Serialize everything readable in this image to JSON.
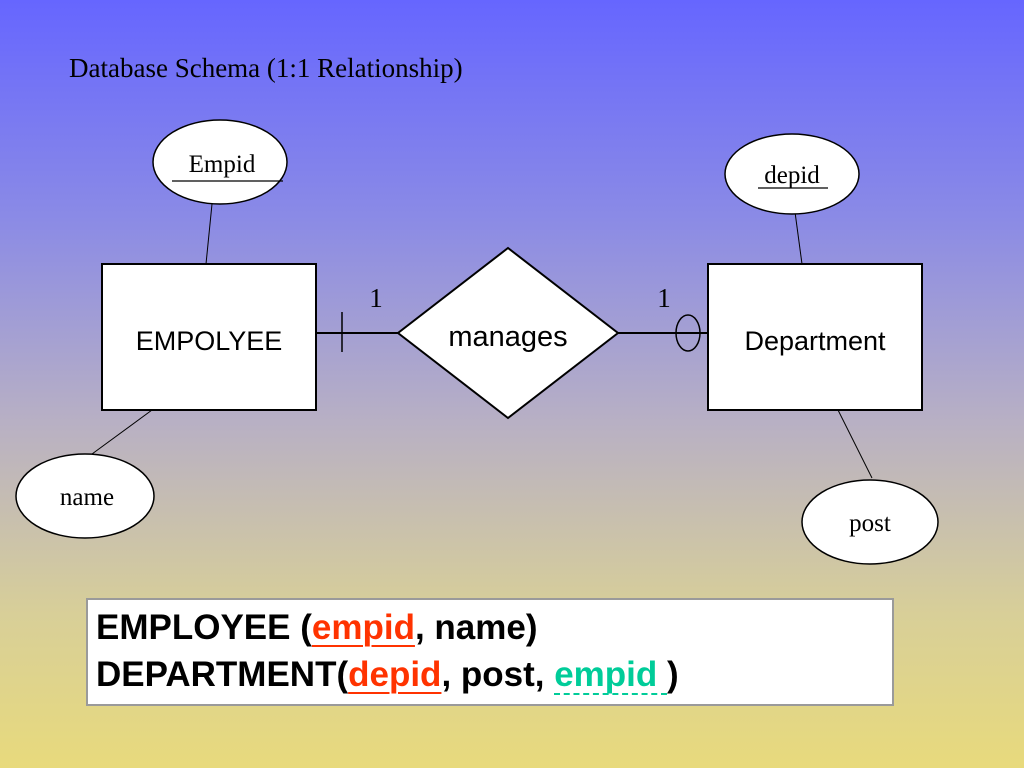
{
  "title": "Database Schema (1:1 Relationship)",
  "entities": {
    "employee": {
      "label": "EMPOLYEE"
    },
    "department": {
      "label": "Department"
    }
  },
  "relationship": {
    "label": "manages"
  },
  "cardinality": {
    "left": "1",
    "right": "1"
  },
  "attributes": {
    "empid": "Empid",
    "depid": "depid",
    "name": "name",
    "post": "post"
  },
  "schema": {
    "line1": {
      "table": "EMPLOYEE (",
      "key": "empid",
      "rest": ", name)"
    },
    "line2": {
      "table": "DEPARTMENT(",
      "key": "depid",
      "mid": ", post, ",
      "fk": "empid ",
      "end": ")"
    }
  },
  "colors": {
    "primary_key": "#ff3300",
    "foreign_key": "#00cc99"
  }
}
